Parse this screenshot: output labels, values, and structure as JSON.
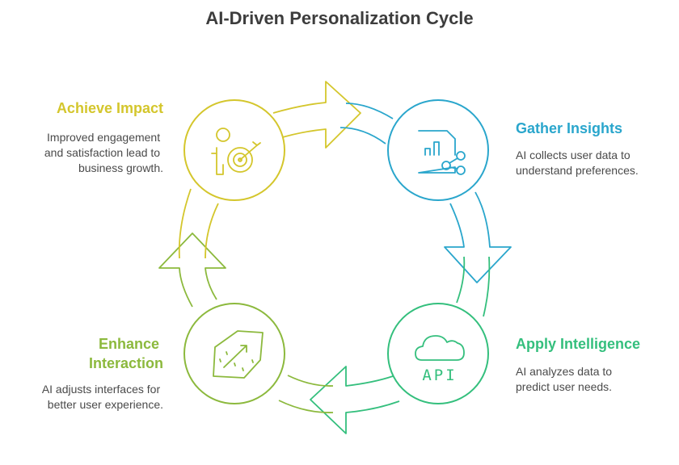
{
  "title": "AI-Driven Personalization Cycle",
  "colors": {
    "yellow": "#d4c62c",
    "blue": "#2aa6cc",
    "green": "#34bf7d",
    "lime": "#8cb93d"
  },
  "stages": [
    {
      "heading": "Achieve Impact",
      "description_lines": [
        "Improved engagement",
        "and satisfaction lead to",
        "business growth."
      ],
      "icon": "person-target-icon"
    },
    {
      "heading": "Gather Insights",
      "description_lines": [
        "AI collects user data to",
        "understand preferences."
      ],
      "icon": "document-chart-share-icon"
    },
    {
      "heading": "Apply Intelligence",
      "description_lines": [
        "AI analyzes data to",
        "predict user needs."
      ],
      "icon": "cloud-api-icon",
      "icon_text": "API"
    },
    {
      "heading_lines": [
        "Enhance",
        "Interaction"
      ],
      "description_lines": [
        "AI adjusts interfaces for",
        "better user experience."
      ],
      "icon": "magic-arrow-icon"
    }
  ]
}
